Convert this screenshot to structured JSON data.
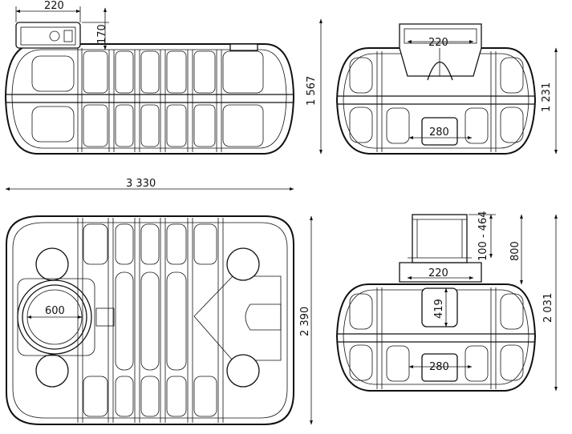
{
  "dimensions": {
    "side_view": {
      "neck_width": "220",
      "neck_height": "170",
      "height": "1 567",
      "length": "3 330"
    },
    "end_view": {
      "neck_width": "220",
      "outlet_width": "280",
      "height": "1 231"
    },
    "top_view": {
      "opening_diameter": "600",
      "width": "2 390"
    },
    "end_view_extended": {
      "neck_width": "220",
      "outlet_height": "419",
      "outlet_width": "280",
      "extension_range": "100 - 464",
      "extension_height": "800",
      "height": "2 031"
    }
  }
}
